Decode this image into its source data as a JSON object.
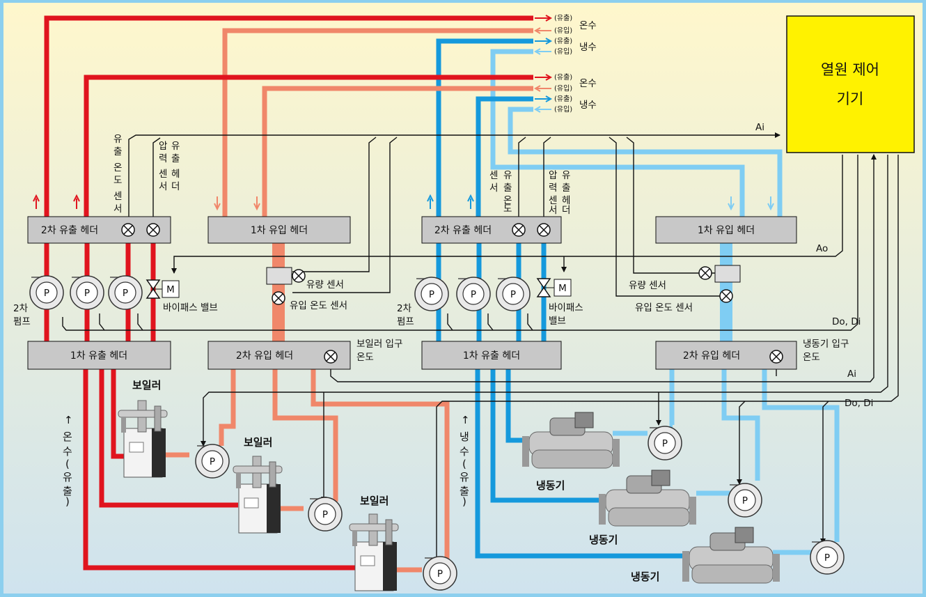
{
  "colors": {
    "hot_out": "#e0141e",
    "hot_in": "#f0876a",
    "cold_out": "#1599dc",
    "cold_in": "#7fcdf3",
    "controller": "#fff200",
    "bg_top": "#fff7cc",
    "bg_bottom": "#cfe3ee",
    "frame": "#8ccfee"
  },
  "controller": {
    "line1": "열원 제어",
    "line2": "기기"
  },
  "pipes": {
    "hot1": {
      "out_small": "(유출)",
      "in_small": "(유입)",
      "name": "온수"
    },
    "cold1": {
      "out_small": "(유출)",
      "in_small": "(유입)",
      "name": "냉수"
    },
    "hot2": {
      "out_small": "(유출)",
      "in_small": "(유입)",
      "name": "온수"
    },
    "cold2": {
      "out_small": "(유출)",
      "in_small": "(유입)",
      "name": "냉수"
    }
  },
  "headers": {
    "h_sec_out": "2차 유출 헤더",
    "h_pri_in": "1차 유입 헤더",
    "h_pri_out": "1차 유출 헤더",
    "h_sec_in": "2차 유입 헤더",
    "c_sec_out": "2차 유출 헤더",
    "c_pri_in": "1차 유입 헤더",
    "c_pri_out": "1차 유출 헤더",
    "c_sec_in": "2차 유입 헤더"
  },
  "labels": {
    "outlet_temp_sensor": [
      "유",
      "출",
      "온",
      "도",
      "센",
      "서"
    ],
    "pressure_sensor": [
      "압",
      "력",
      "센",
      "서"
    ],
    "outlet_header": [
      "유",
      "출",
      "헤",
      "더"
    ],
    "flow_sensor": "유량 센서",
    "inlet_temp_sensor": "유입 온도 센서",
    "bypass_valve": "바이패스 밸브",
    "bypass_valve_l1": "바이패스",
    "bypass_valve_l2": "밸브",
    "secondary_pump_l1": "2차",
    "secondary_pump_l2": "펌프",
    "boiler_inlet_temp_l1": "보일러 입구",
    "boiler_inlet_temp_l2": "온도",
    "chiller_inlet_temp_l1": "냉동기 입구",
    "chiller_inlet_temp_l2": "온도",
    "motor": "M",
    "pump": "P"
  },
  "signals": {
    "ai": "Ai",
    "ao": "Ao",
    "dodi": "Do, Di"
  },
  "equipment": {
    "boiler": "보일러",
    "chiller": "냉동기"
  },
  "vertical_captions": {
    "hot_supply": [
      "↑",
      "온",
      "수",
      "(",
      "유",
      "출",
      ")"
    ],
    "cold_supply": [
      "↑",
      "냉",
      "수",
      "(",
      "유",
      "출",
      ")"
    ]
  }
}
